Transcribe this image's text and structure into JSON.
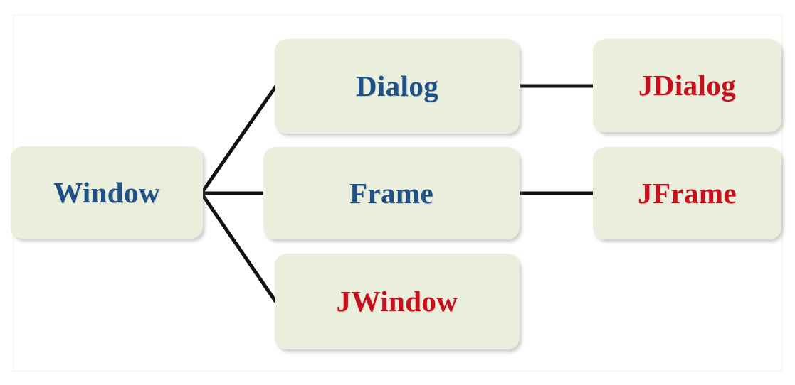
{
  "diagram": {
    "type": "hierarchy-tree",
    "title": "",
    "colors": {
      "node_fill": "#eaeedc",
      "frame_border": "#f7f7ee",
      "awt_text": "#1f5189",
      "swing_text": "#c8101c",
      "connector": "#111111",
      "background": "#ffffff"
    },
    "nodes": [
      {
        "id": "window",
        "label": "Window",
        "color_role": "awt"
      },
      {
        "id": "dialog",
        "label": "Dialog",
        "color_role": "awt"
      },
      {
        "id": "frame",
        "label": "Frame",
        "color_role": "awt"
      },
      {
        "id": "jwindow",
        "label": "JWindow",
        "color_role": "swing"
      },
      {
        "id": "jdialog",
        "label": "JDialog",
        "color_role": "swing"
      },
      {
        "id": "jframe",
        "label": "JFrame",
        "color_role": "swing"
      }
    ],
    "edges": [
      {
        "from": "window",
        "to": "dialog"
      },
      {
        "from": "window",
        "to": "frame"
      },
      {
        "from": "window",
        "to": "jwindow"
      },
      {
        "from": "dialog",
        "to": "jdialog"
      },
      {
        "from": "frame",
        "to": "jframe"
      }
    ]
  }
}
